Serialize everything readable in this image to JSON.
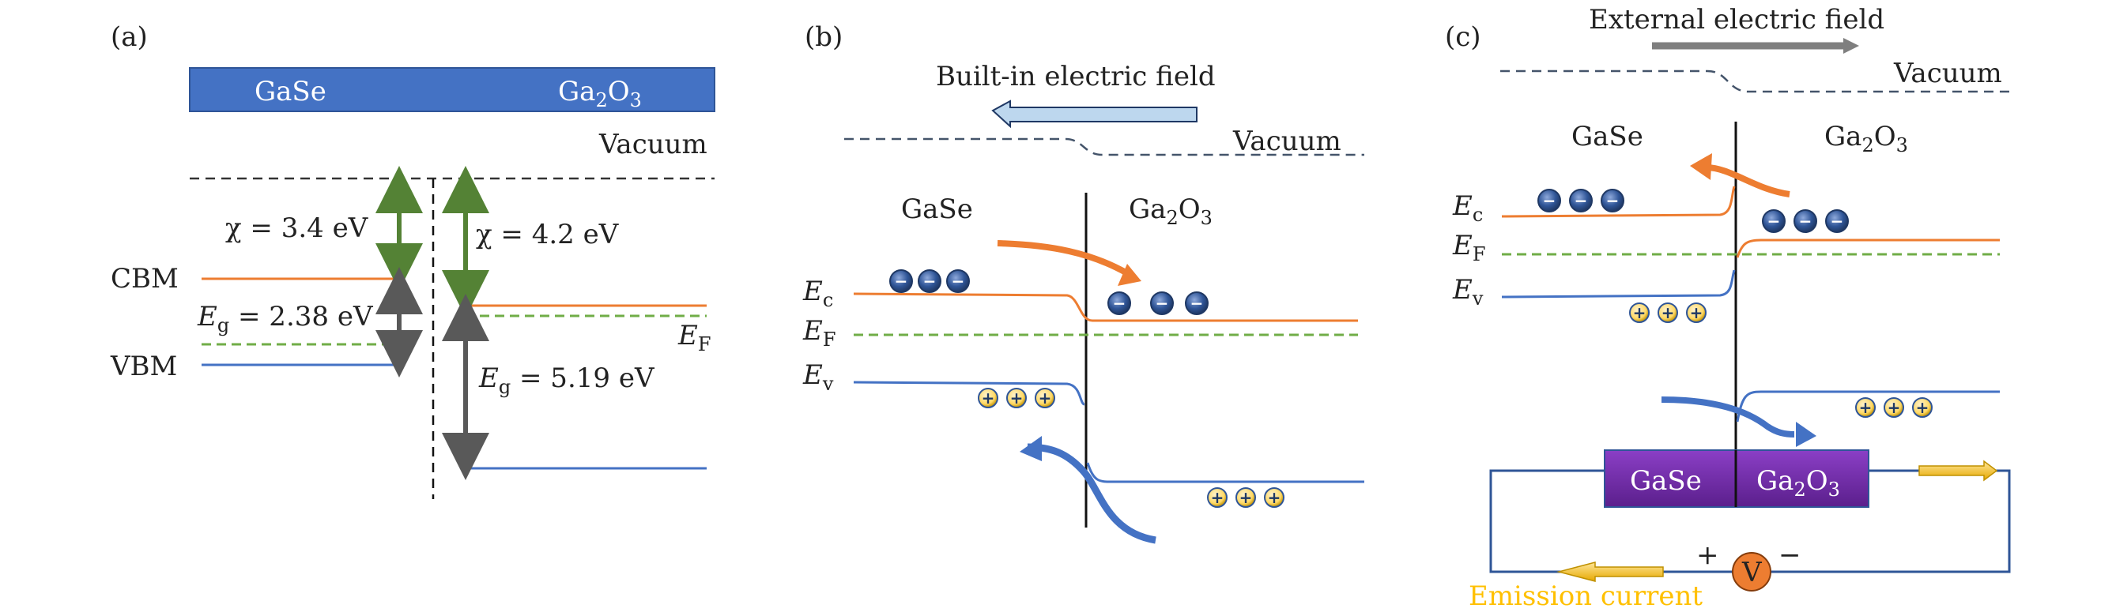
{
  "panel_a": {
    "label": "(a)",
    "bar_left": "GaSe",
    "bar_right_main": "Ga",
    "bar_right_sub1": "2",
    "bar_right_mid": "O",
    "bar_right_sub2": "3",
    "vacuum": "Vacuum",
    "chi_left": "χ = 3.4 eV",
    "chi_right": "χ = 4.2 eV",
    "cbm": "CBM",
    "vbm": "VBM",
    "eg_left_main": "E",
    "eg_left_sub": "g",
    "eg_left_val": " = 2.38 eV",
    "eg_right_main": "E",
    "eg_right_sub": "g",
    "eg_right_val": " = 5.19 eV",
    "ef_main": "E",
    "ef_sub": "F"
  },
  "panel_b": {
    "label": "(b)",
    "field": "Built-in electric field",
    "vacuum": "Vacuum",
    "gase": "GaSe",
    "ga_main": "Ga",
    "ga_sub1": "2",
    "ga_mid": "O",
    "ga_sub2": "3",
    "ec_main": "E",
    "ec_sub": "c",
    "ef_main": "E",
    "ef_sub": "F",
    "ev_main": "E",
    "ev_sub": "v"
  },
  "panel_c": {
    "label": "(c)",
    "field": "External electric field",
    "vacuum": "Vacuum",
    "gase": "GaSe",
    "ga_main": "Ga",
    "ga_sub1": "2",
    "ga_mid": "O",
    "ga_sub2": "3",
    "ec_main": "E",
    "ec_sub": "c",
    "ef_main": "E",
    "ef_sub": "F",
    "ev_main": "E",
    "ev_sub": "v",
    "device_left": "GaSe",
    "device_right_main": "Ga",
    "device_right_sub1": "2",
    "device_right_mid": "O",
    "device_right_sub2": "3",
    "plus": "+",
    "minus": "−",
    "voltmeter": "V",
    "emission": "Emission current"
  },
  "symbols": {
    "electron": "−",
    "hole": "+"
  },
  "colors": {
    "orange": "#ED7D31",
    "blue": "#4472C4",
    "green": "#70AD47",
    "dashed_navy": "#44546A",
    "bar_blue": "#4472C4",
    "purple": "#7030A0",
    "yellow": "#FFC000"
  }
}
